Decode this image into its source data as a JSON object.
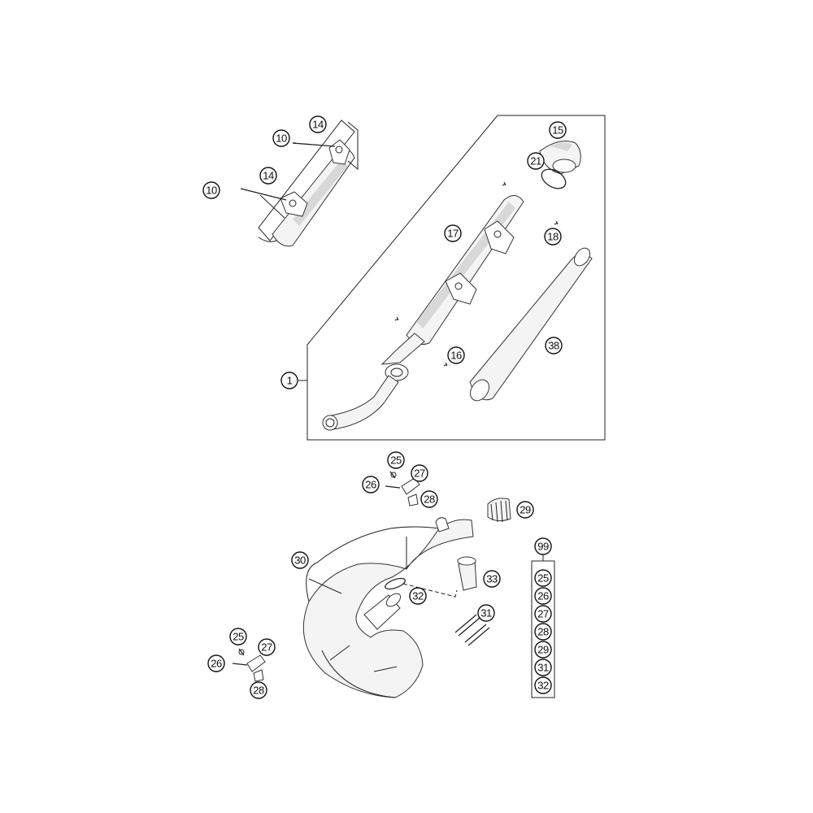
{
  "callouts": {
    "c1": "1",
    "c10a": "10",
    "c10b": "10",
    "c14a": "14",
    "c14b": "14",
    "c15": "15",
    "c16": "16",
    "c17": "17",
    "c18": "18",
    "c21": "21",
    "c38": "38",
    "c25a": "25",
    "c26a": "26",
    "c27a": "27",
    "c28a": "28",
    "c29": "29",
    "c30": "30",
    "c32": "32",
    "c33": "33",
    "c31": "31",
    "c25b": "25",
    "c26b": "26",
    "c27b": "27",
    "c28b": "28"
  },
  "kit": {
    "header": "99",
    "items": [
      "25",
      "26",
      "27",
      "28",
      "29",
      "31",
      "32"
    ]
  }
}
